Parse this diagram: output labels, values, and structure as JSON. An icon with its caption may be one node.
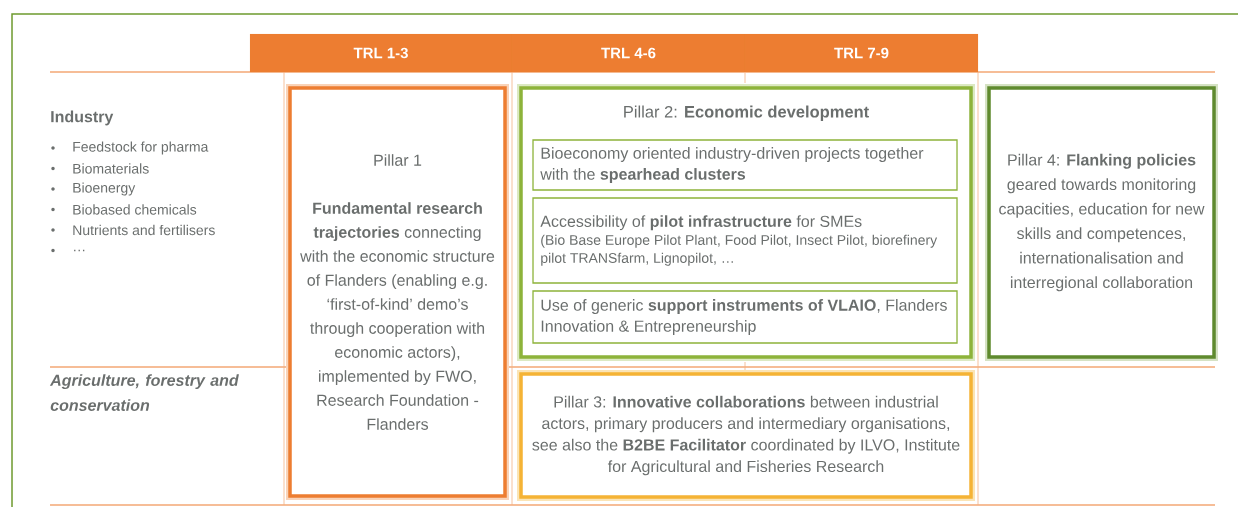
{
  "diagram": {
    "nodes": [
      {
        "text": [
          "TRL 1-3"
        ]
      },
      {
        "text": [
          "TRL 4-6"
        ]
      },
      {
        "text": [
          "TRL 7-9"
        ]
      },
      {
        "text": [
          "Pillar 1",
          "**Fundamental research trajectories** connecting with the economic structure of Flanders (enabling e.g. ‘first-of-kind’ demo’s through cooperation with economic actors), implemented by FWO, Research Foundation - Flanders"
        ]
      },
      {
        "text": [
          "Pillar 2: **Economic development**"
        ]
      },
      {
        "text": [
          "Bioeconomy oriented industry-driven projects together with the **spearhead clusters**"
        ],
        "in": 4
      },
      {
        "text": [
          "Accessibility of **pilot infrastructure** for SMEs",
          "(Bio Base Europe Pilot Plant, Food Pilot, Insect Pilot, biorefinery pilot TRANSfarm, Lignopilot, …"
        ],
        "in": 4
      },
      {
        "text": [
          "Use of generic **support instruments of VLAIO**, Flanders Innovation & Entrepreneurship"
        ],
        "in": 4
      },
      {
        "text": [
          "Pillar 3: **Innovative collaborations** between industrial actors, primary producers and intermediary organisations, see also the **B2BE Facilitator** coordinated by ILVO, Institute for Agricultural and Fisheries Research"
        ]
      },
      {
        "text": [
          "Pillar 4: **Flanking policies** geared towards monitoring capacities, education for new skills and competences, internationalisation and interregional collaboration"
        ]
      }
    ],
    "labels": [
      "Industry",
      "Feedstock for pharma",
      "Biomaterials",
      "Bioenergy",
      "Biobased chemicals",
      "Nutrients and fertilisers",
      "…",
      "Agriculture, forestry and conservation"
    ]
  }
}
